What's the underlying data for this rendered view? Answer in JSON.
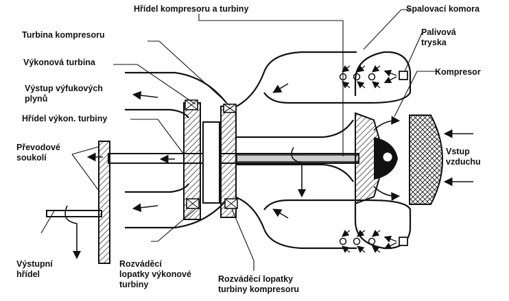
{
  "labels": {
    "hridel_kompresoru": "Hřídel kompresoru a turbiny",
    "spalovaci_komora": "Spalovací komora",
    "turbina_kompresoru": "Turbina kompresoru",
    "palivova_tryska": "Palivová\ntryska",
    "vykonova_turbina": "Výkonová turbina",
    "kompresor": "Kompresor",
    "vystup_plynu": "Výstup výfukových\nplynů",
    "hridel_vykon": "Hřídel výkon. turbiny",
    "prevodove_soukoli": "Převodové\nsoukolí",
    "vstup_vzduchu": "Vstup\nvzduchu",
    "vystupni_hridel": "Výstupní\nhřídel",
    "rozvadeci_vykonove": "Rozváděcí\nlopatky výkonové\nturbiny",
    "rozvadeci_kompresoru": "Rozváděcí lopatky\nturbiny kompresoru"
  },
  "colors": {
    "ink": "#111111",
    "background": "#ffffff"
  }
}
